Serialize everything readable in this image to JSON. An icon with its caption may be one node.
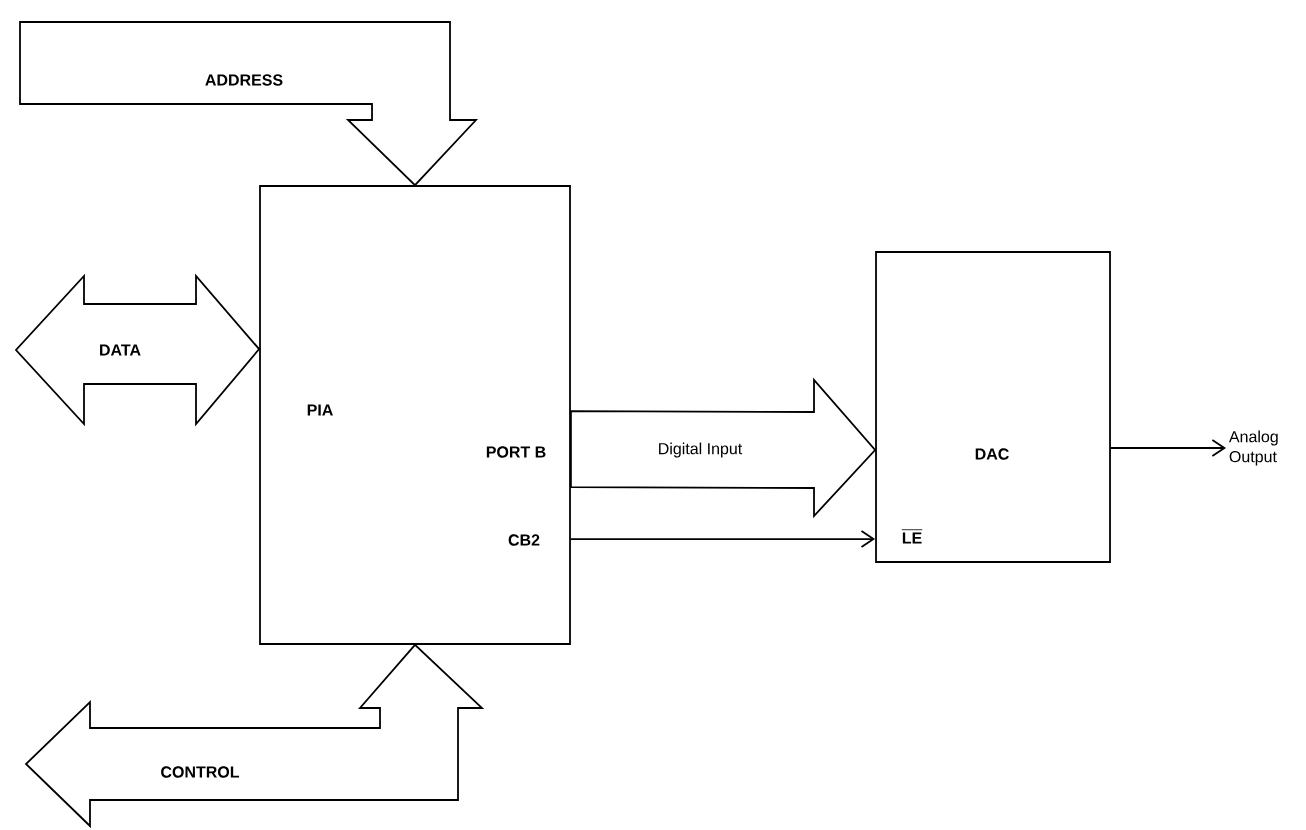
{
  "diagram": {
    "nodes": [
      {
        "text": [
          "PIA",
          "PORT B",
          "CB2"
        ]
      },
      {
        "text": [
          "DAC",
          "LE"
        ]
      },
      {
        "text": [
          "Analog Output"
        ]
      }
    ],
    "edges": [
      {
        "from": null,
        "to": 0,
        "arrow": "to",
        "style": "thick",
        "label": "ADDRESS"
      },
      {
        "from": null,
        "to": 0,
        "arrow": "both",
        "style": "thick",
        "label": "DATA"
      },
      {
        "from": null,
        "to": 0,
        "arrow": "both",
        "style": "thick",
        "label": "CONTROL"
      },
      {
        "from": 0,
        "to": 1,
        "arrow": "to",
        "style": "thick",
        "label": "Digital Input"
      },
      {
        "from": 0,
        "to": 1,
        "arrow": "to"
      },
      {
        "from": 1,
        "to": 2,
        "arrow": "to"
      }
    ]
  }
}
